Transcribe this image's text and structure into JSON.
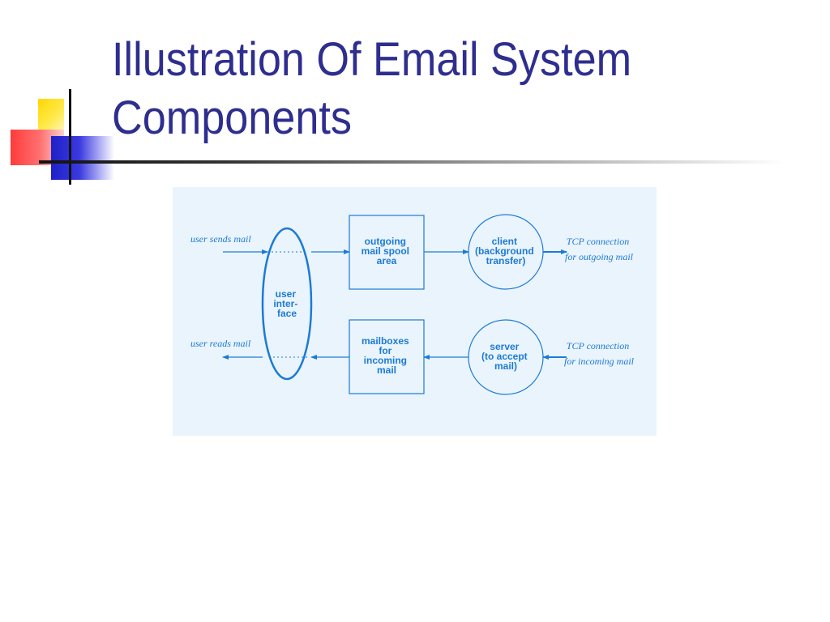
{
  "slide": {
    "title_lines": [
      "Illustration Of Email System",
      "Components"
    ]
  },
  "diagram": {
    "nodes": {
      "user_interface": {
        "lines": [
          "user",
          "inter-",
          "face"
        ]
      },
      "outgoing_spool": {
        "lines": [
          "outgoing",
          "mail spool",
          "area"
        ]
      },
      "client": {
        "lines": [
          "client",
          "(background",
          "transfer)"
        ]
      },
      "mailboxes": {
        "lines": [
          "mailboxes",
          "for",
          "incoming",
          "mail"
        ]
      },
      "server": {
        "lines": [
          "server",
          "(to accept",
          "mail)"
        ]
      }
    },
    "edge_labels": {
      "user_sends": "user sends mail",
      "user_reads": "user reads mail",
      "tcp_out": [
        "TCP connection",
        "for outgoing mail"
      ],
      "tcp_in": [
        "TCP connection",
        "for incoming mail"
      ]
    }
  },
  "colors": {
    "title": "#2e2e8f",
    "diagram_line": "#1c7ad6",
    "diagram_bg": "#eaf4fc"
  }
}
